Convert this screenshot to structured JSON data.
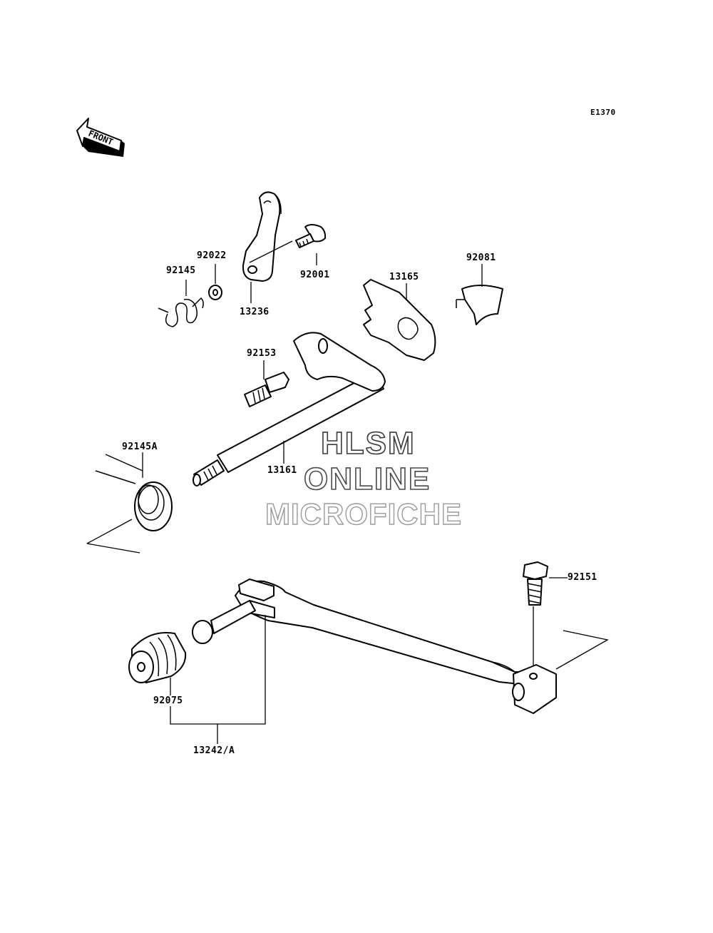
{
  "diagram_code": "E1370",
  "front_label": "FRONT",
  "watermark": {
    "line1": "HLSM",
    "line2": "ONLINE",
    "line3": "MICROFICHE"
  },
  "parts": {
    "p92145": "92145",
    "p92022": "92022",
    "p92001": "92001",
    "p13236": "13236",
    "p13165": "13165",
    "p92081": "92081",
    "p92153": "92153",
    "p92145A": "92145A",
    "p13161": "13161",
    "p92151": "92151",
    "p92075": "92075",
    "p13242A": "13242/A"
  }
}
